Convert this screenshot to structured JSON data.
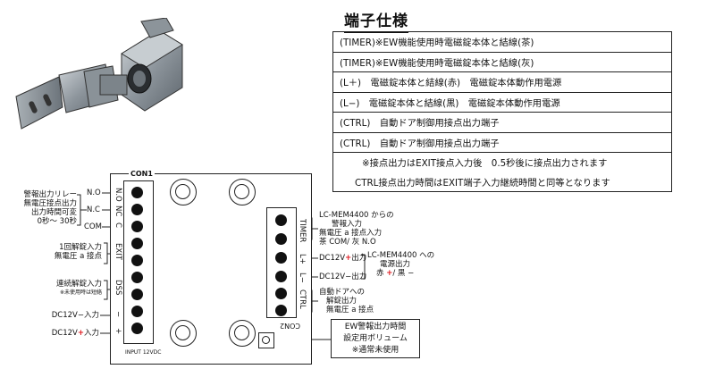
{
  "spec": {
    "title": "端子仕様",
    "rows": [
      "(TIMER)※EW機能使用時電磁錠本体と結線(茶)",
      "(TIMER)※EW機能使用時電磁錠本体と結線(灰)",
      "(L＋)　電磁錠本体と結線(赤)　電磁錠本体動作用電源",
      "(L−)　電磁錠本体と結線(黒)　電磁錠本体動作用電源",
      "(CTRL)　自動ドア制御用接点出力端子",
      "(CTRL)　自動ドア制御用接点出力端子"
    ],
    "notes": [
      "※接点出力はEXIT接点入力後　0.5秒後に接点出力されます",
      "CTRL接点出力時間はEXIT端子入力継続時間と同等となります"
    ]
  },
  "board": {
    "con1": "CON1",
    "con2": "CON2",
    "input": "INPUT 12VDC",
    "pins_left": [
      "N.O",
      "NC",
      "C",
      "EXIT",
      "DSS",
      "−",
      "+"
    ],
    "pins_right": [
      "TIMER",
      "L+",
      "L−",
      "CTRL"
    ]
  },
  "left_labels": {
    "alarm_relay": [
      "警報出力リレー",
      "無電圧接点出力",
      "出力時間可変",
      "0秒〜 30秒"
    ],
    "no": "N.O",
    "nc": "N.C",
    "com": "COM",
    "single_unlock": [
      "1回解錠入力",
      "無電圧 a 接点"
    ],
    "continuous_unlock": "連続解錠入力",
    "continuous_note": "※未使用時は短絡",
    "dc_minus": "DC12V−入力",
    "dc_plus_prefix": "DC12V",
    "dc_plus_sign": "+",
    "dc_plus_suffix": "入力"
  },
  "right_labels": {
    "timer": [
      "LC-MEM4400 からの",
      "警報入力",
      "無電圧 a 接点入力",
      "茶 COM/ 灰 N.O"
    ],
    "dc_plus_prefix": "DC12V",
    "dc_plus_sign": "+",
    "dc_plus_suffix": "出力",
    "dc_minus": "DC12V−出力",
    "lc_power": [
      "LC-MEM4400 への",
      "電源出力"
    ],
    "lc_colors_prefix": "赤 ",
    "lc_colors_plus": "+",
    "lc_colors_suffix": "/ 黒 −",
    "ctrl": [
      "自動ドアへの",
      "解錠出力",
      "無電圧 a 接点"
    ]
  },
  "callout": [
    "EW警報出力時間",
    "設定用ボリューム",
    "※通常未使用"
  ]
}
